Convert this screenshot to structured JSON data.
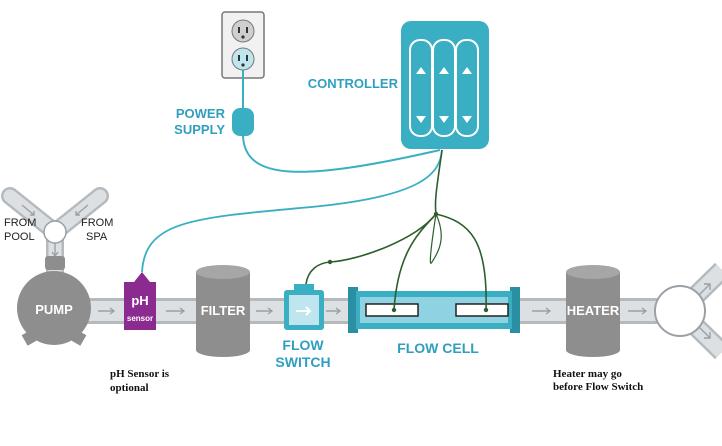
{
  "labels": {
    "power_supply_line1": "POWER",
    "power_supply_line2": "SUPPLY",
    "controller": "CONTROLLER",
    "from_pool_line1": "FROM",
    "from_pool_line2": "POOL",
    "from_spa_line1": "FROM",
    "from_spa_line2": "SPA",
    "pump": "PUMP",
    "ph_line1": "pH",
    "ph_line2": "sensor",
    "filter": "FILTER",
    "flow_switch_line1": "FLOW",
    "flow_switch_line2": "SWITCH",
    "flow_cell": "FLOW CELL",
    "heater": "HEATER"
  },
  "notes": {
    "ph_optional_line1": "pH Sensor is",
    "ph_optional_line2": "optional",
    "heater_line1": "Heater may go",
    "heater_line2": "before Flow Switch"
  },
  "colors": {
    "teal": "#3aafc3",
    "teal_dark": "#2a8fa3",
    "pipe": "#cfd3d7",
    "pipe_edge": "#b5babe",
    "device_gray": "#8e8e8e",
    "ph_purple": "#8b2a8f",
    "wire_green": "#2e5e2e",
    "label_teal": "#2f9fc0"
  }
}
